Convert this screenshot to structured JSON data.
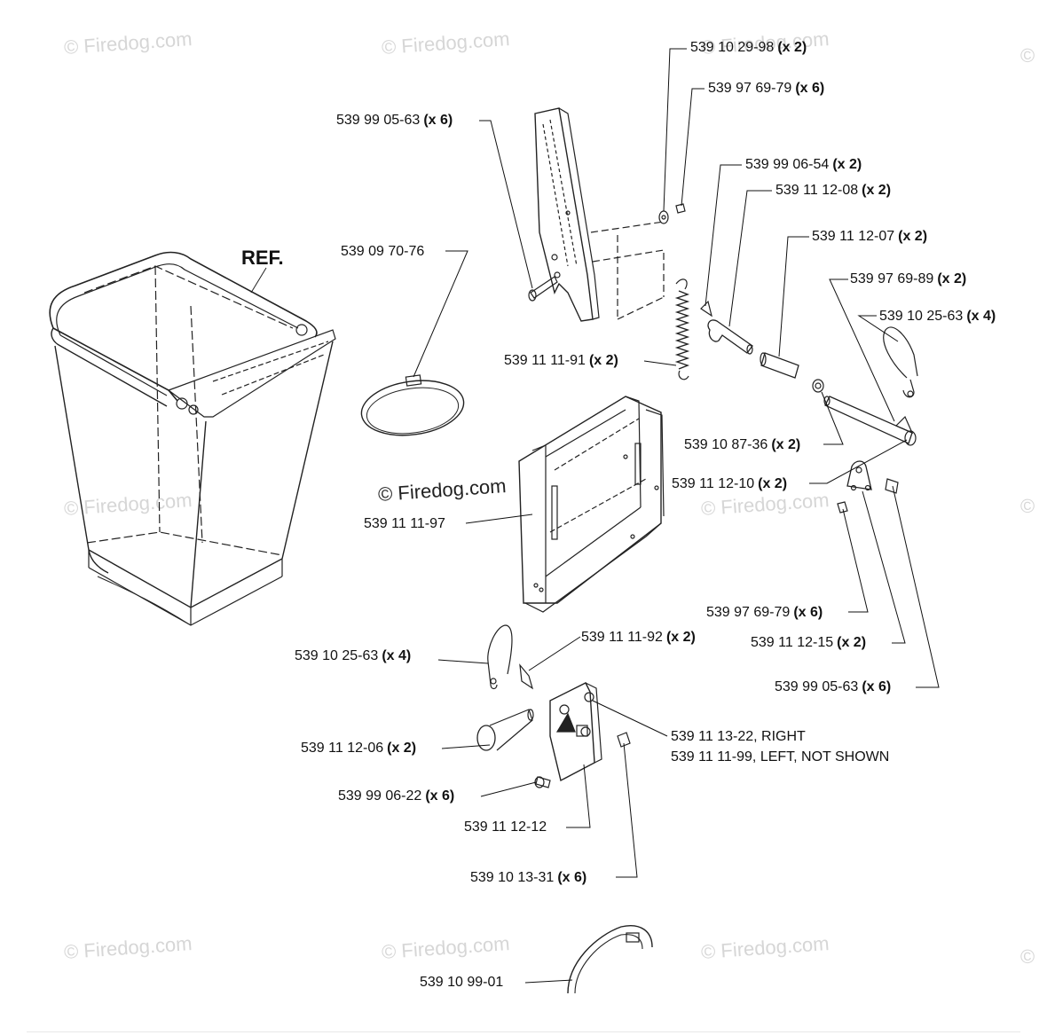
{
  "ref_label": "REF.",
  "watermark_text": "© Firedog.com",
  "callouts": [
    {
      "id": "c1",
      "part": "539 10 29-98",
      "qty": "(x 2)"
    },
    {
      "id": "c2",
      "part": "539 97 69-79",
      "qty": "(x 6)"
    },
    {
      "id": "c3",
      "part": "539 99 05-63",
      "qty": "(x 6)"
    },
    {
      "id": "c4",
      "part": "539 99 06-54",
      "qty": "(x 2)"
    },
    {
      "id": "c5",
      "part": "539 11 12-08",
      "qty": "(x 2)"
    },
    {
      "id": "c6",
      "part": "539 11 12-07",
      "qty": "(x 2)"
    },
    {
      "id": "c7",
      "part": "539 09 70-76",
      "qty": ""
    },
    {
      "id": "c8",
      "part": "539 97 69-89",
      "qty": "(x 2)"
    },
    {
      "id": "c9",
      "part": "539 10 25-63",
      "qty": "(x 4)"
    },
    {
      "id": "c10",
      "part": "539 11 11-91",
      "qty": "(x 2)"
    },
    {
      "id": "c11",
      "part": "539 10 87-36",
      "qty": "(x 2)"
    },
    {
      "id": "c12",
      "part": "539 11 12-10",
      "qty": "(x 2)"
    },
    {
      "id": "c13",
      "part": "539 11 11-97",
      "qty": ""
    },
    {
      "id": "c14",
      "part": "539 97 69-79",
      "qty": "(x 6)"
    },
    {
      "id": "c15",
      "part": "539 11 12-15",
      "qty": "(x 2)"
    },
    {
      "id": "c16",
      "part": "539 99 05-63",
      "qty": "(x 6)"
    },
    {
      "id": "c17",
      "part": "539 10 25-63",
      "qty": "(x 4)"
    },
    {
      "id": "c18",
      "part": "539 11 11-92",
      "qty": "(x 2)"
    },
    {
      "id": "c19",
      "part": "539 11 13-22, RIGHT",
      "qty": ""
    },
    {
      "id": "c20",
      "part": "539 11 11-99, LEFT, NOT SHOWN",
      "qty": ""
    },
    {
      "id": "c21",
      "part": "539 11 12-06",
      "qty": "(x 2)"
    },
    {
      "id": "c22",
      "part": "539 99 06-22",
      "qty": "(x 6)"
    },
    {
      "id": "c23",
      "part": "539 11 12-12",
      "qty": ""
    },
    {
      "id": "c24",
      "part": "539 10 13-31",
      "qty": "(x 6)"
    },
    {
      "id": "c25",
      "part": "539 10 99-01",
      "qty": ""
    }
  ]
}
